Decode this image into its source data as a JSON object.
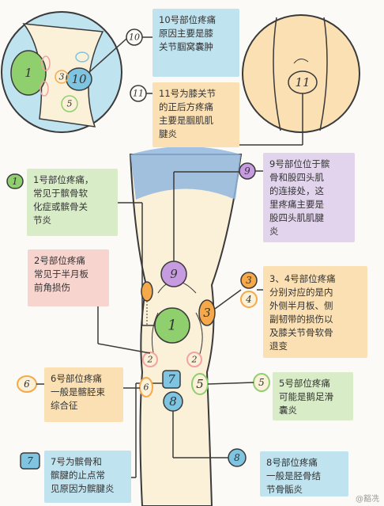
{
  "notes": {
    "n10": "10号部位疼痛\n原因主要是膝\n关节腘窝囊肿",
    "n11": "11号为膝关节\n的正后方疼痛\n主要是腘肌肌\n腱炎",
    "n1": "1号部位疼痛，\n常见于髌骨软\n化症或髌骨关\n节炎",
    "n2": "2号部位疼痛\n常见于半月板\n前角损伤",
    "n9": "9号部位位于髌\n骨和股四头肌\n的连接处，这\n里疼痛主要是\n股四头肌肌腱\n炎",
    "n34": "3、4号部位疼痛\n分别对应的是内\n外侧半月板、侧\n副韧带的损伤以\n及膝关节骨软骨\n退变",
    "n6": "6号部位疼痛\n一般是髂胫束\n综合征",
    "n5": "5号部位疼痛\n可能是鹅足滑\n囊炎",
    "n7": "7号为髌骨和\n髌腱的止点常\n见原因为髌腱炎",
    "n8": "8号部位疼痛\n一般是胫骨结\n节骨骺炎"
  },
  "markers": {
    "m1": "1",
    "m2": "2",
    "m3": "3",
    "m4": "4",
    "m5": "5",
    "m6": "6",
    "m7": "7",
    "m8": "8",
    "m9": "9",
    "m10": "10",
    "m11": "11"
  },
  "watermark": "@豁冼",
  "colors": {
    "green": "#8fcf6e",
    "pink": "#f2a3a3",
    "orange": "#f5a94a",
    "purple": "#c79be0",
    "blue": "#7fc4e0",
    "skin": "#fbf0d8",
    "outline": "#3a3a3a",
    "thigh_band": "#90b7de"
  }
}
